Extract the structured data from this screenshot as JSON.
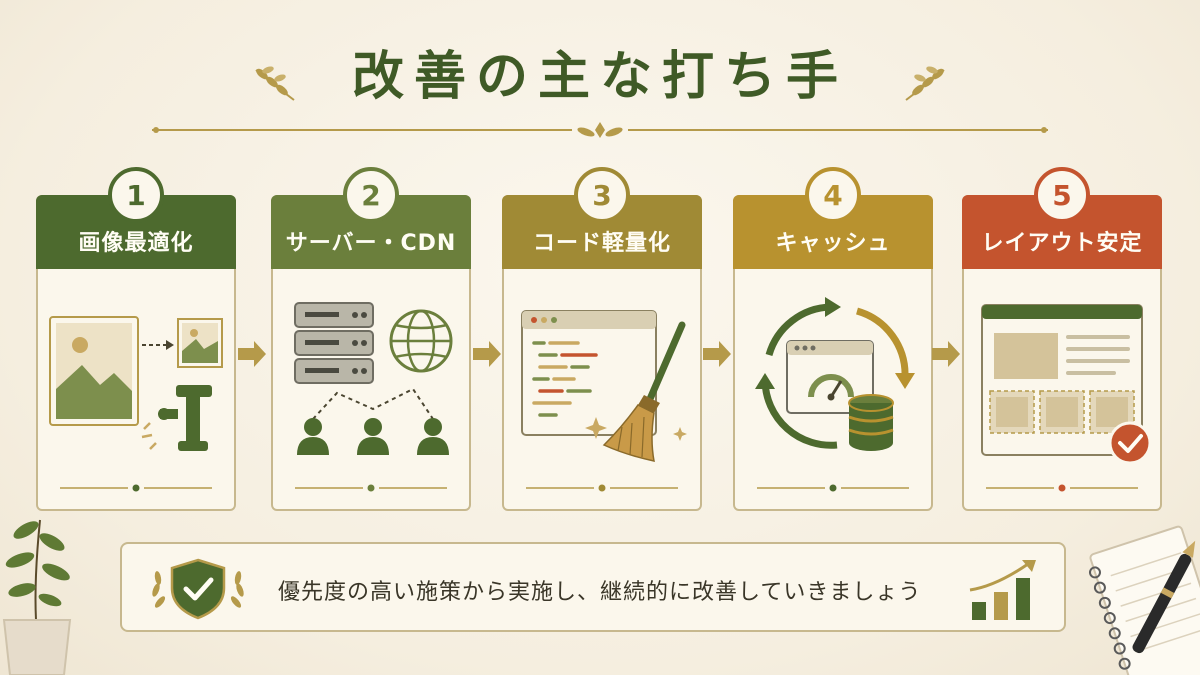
{
  "title": "改善の主な打ち手",
  "steps": [
    {
      "number": "1",
      "label": "画像最適化",
      "color": "#4d6a2e"
    },
    {
      "number": "2",
      "label": "サーバー・CDN",
      "color": "#6b7f3c"
    },
    {
      "number": "3",
      "label": "コード軽量化",
      "color": "#a08a35"
    },
    {
      "number": "4",
      "label": "キャッシュ",
      "color": "#b8922f"
    },
    {
      "number": "5",
      "label": "レイアウト安定",
      "color": "#c4542e"
    }
  ],
  "banner": {
    "text": "優先度の高い施策から実施し、継続的に改善していきましょう"
  },
  "colors": {
    "title": "#3f5a26",
    "gold": "#b59a4a",
    "arrow": "#b59a4a",
    "background": "#f6f0e2"
  },
  "icons": [
    "image-compress-icon",
    "server-globe-users-icon",
    "code-broom-icon",
    "cache-cycle-icon",
    "layout-check-icon",
    "shield-check-icon",
    "growth-chart-icon"
  ]
}
